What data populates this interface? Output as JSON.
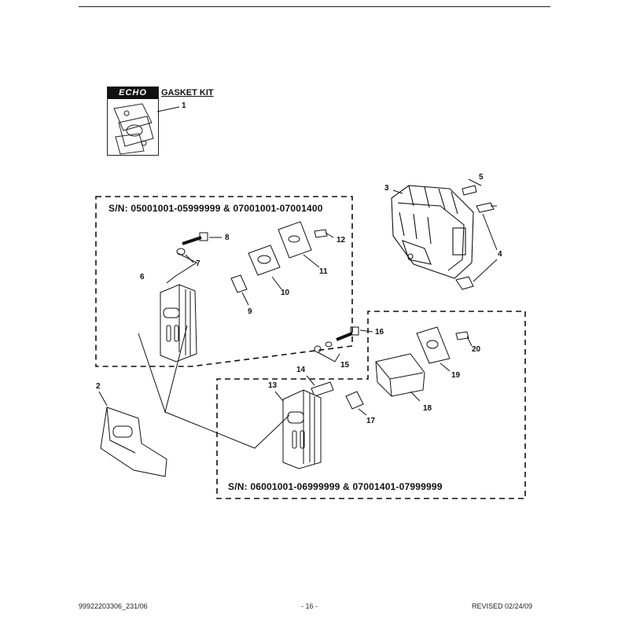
{
  "kit": {
    "brand": "ECHO",
    "title": "GASKET KIT",
    "part": "1"
  },
  "groups": [
    {
      "serial_label": "S/N: 05001001-05999999 & 07001001-07001400"
    },
    {
      "serial_label": "S/N: 06001001-06999999 & 07001401-07999999"
    }
  ],
  "callouts": [
    "1",
    "2",
    "3",
    "4",
    "5",
    "6",
    "7",
    "8",
    "9",
    "10",
    "11",
    "12",
    "13",
    "14",
    "15",
    "16",
    "17",
    "18",
    "19",
    "20"
  ],
  "footer": {
    "doc_number": "99922203306_231/06",
    "page": "- 16 -",
    "revised": "REVISED 02/24/09"
  }
}
